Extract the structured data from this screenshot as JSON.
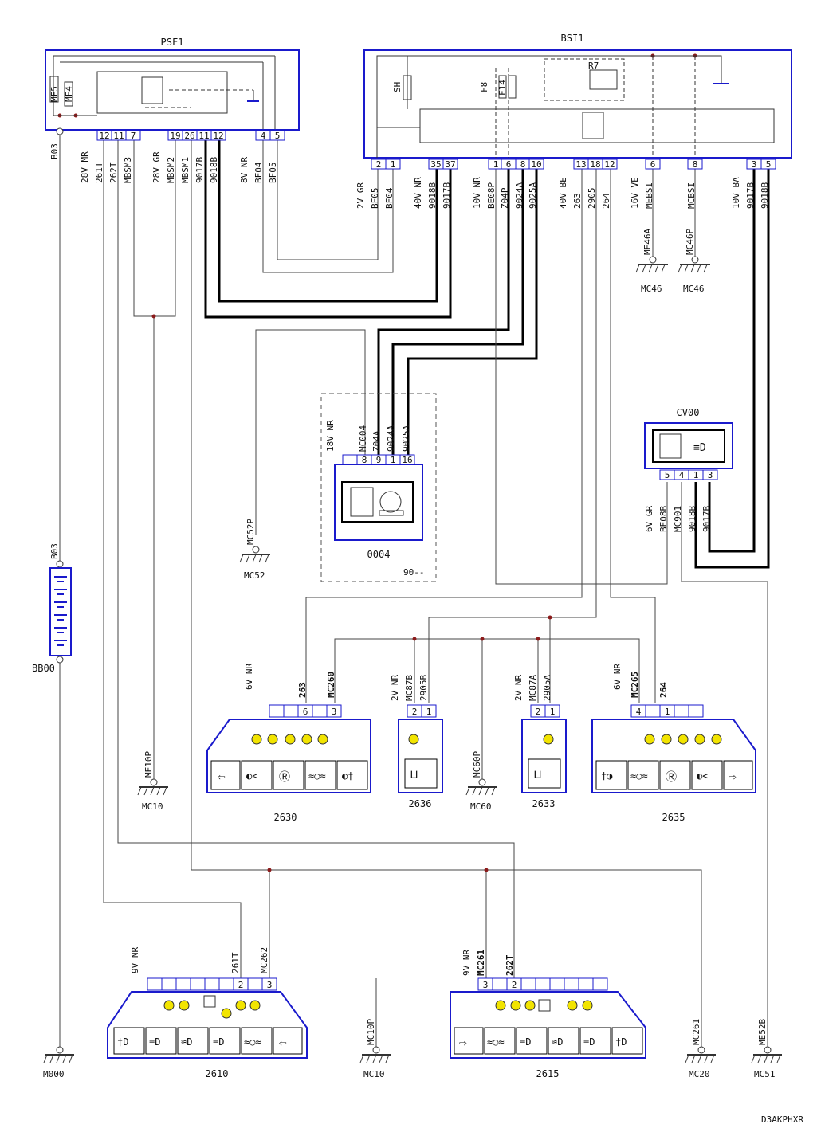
{
  "modules": {
    "psf1": {
      "name": "PSF1",
      "fuses": [
        "MF5",
        "MF4"
      ],
      "pins": [
        "12",
        "11",
        "7",
        "19",
        "26",
        "11",
        "12",
        "4",
        "5"
      ],
      "labels": [
        "28V MR",
        "261T",
        "262T",
        "MBSM3",
        "28V GR",
        "MBSM2",
        "MBSM1",
        "9017B",
        "9018B",
        "8V NR",
        "BF04",
        "BF05"
      ]
    },
    "bsi1": {
      "name": "BSI1",
      "parts": [
        "SH",
        "F8",
        "F14",
        "R7"
      ],
      "pins": [
        "2",
        "1",
        "35",
        "37",
        "1",
        "6",
        "8",
        "10",
        "13",
        "18",
        "12",
        "6",
        "8",
        "3",
        "5"
      ],
      "labels": [
        "2V GR",
        "BF05",
        "BF04",
        "40V NR",
        "9018B",
        "9017B",
        "10V NR",
        "BE08P",
        "Z04P",
        "9024A",
        "9025A",
        "40V BE",
        "263",
        "2905",
        "264",
        "16V VE",
        "MEBSI",
        "MCBSI",
        "10V BA",
        "9017B",
        "9018B"
      ]
    },
    "c0004": {
      "name": "0004",
      "frame": "90--",
      "pins": [
        "8",
        "9",
        "1",
        "16"
      ],
      "labels": [
        "18V NR",
        "MC004",
        "Z04A",
        "9024A",
        "9025A"
      ]
    },
    "cv00": {
      "name": "CV00",
      "pins": [
        "5",
        "4",
        "1",
        "3"
      ],
      "labels": [
        "6V GR",
        "BE08B",
        "MC901",
        "9018B",
        "9017B"
      ]
    }
  },
  "lamps": {
    "l2630": {
      "name": "2630",
      "pins": [
        "6",
        "3"
      ],
      "labels": [
        "6V NR",
        "263",
        "MC260"
      ]
    },
    "l2636": {
      "name": "2636",
      "pins": [
        "2",
        "1"
      ],
      "labels": [
        "2V NR",
        "MC87B",
        "2905B"
      ]
    },
    "l2633": {
      "name": "2633",
      "pins": [
        "2",
        "1"
      ],
      "labels": [
        "2V NR",
        "MC87A",
        "2905A"
      ]
    },
    "l2635": {
      "name": "2635",
      "pins": [
        "4",
        "1"
      ],
      "labels": [
        "6V NR",
        "MC265",
        "264"
      ]
    },
    "l2610": {
      "name": "2610",
      "pins": [
        "2",
        "3"
      ],
      "labels": [
        "9V NR",
        "261T",
        "MC262"
      ]
    },
    "l2615": {
      "name": "2615",
      "pins": [
        "3",
        "2"
      ],
      "labels": [
        "9V NR",
        "MC261",
        "262T"
      ]
    }
  },
  "battery": {
    "name": "BB00",
    "wire": "B03",
    "wire2": "B03"
  },
  "grounds": {
    "mc46a": {
      "wire": "ME46A",
      "name": "MC46"
    },
    "mc46b": {
      "wire": "MC46P",
      "name": "MC46"
    },
    "mc52": {
      "wire": "MC52P",
      "name": "MC52"
    },
    "mc10a": {
      "wire": "ME10P",
      "name": "MC10"
    },
    "mc60": {
      "wire": "MC60P",
      "name": "MC60"
    },
    "m000": {
      "name": "M000"
    },
    "mc10b": {
      "wire": "MC10P",
      "name": "MC10"
    },
    "mc20": {
      "wire": "MC261",
      "name": "MC20"
    },
    "mc51": {
      "wire": "ME52B",
      "name": "MC51"
    }
  },
  "reference": "D3AKPHXR",
  "colors": {
    "frame": "#1a1acc",
    "wire": "#444444",
    "junction": "#8b1a1a",
    "lamp": "#f2e400"
  }
}
